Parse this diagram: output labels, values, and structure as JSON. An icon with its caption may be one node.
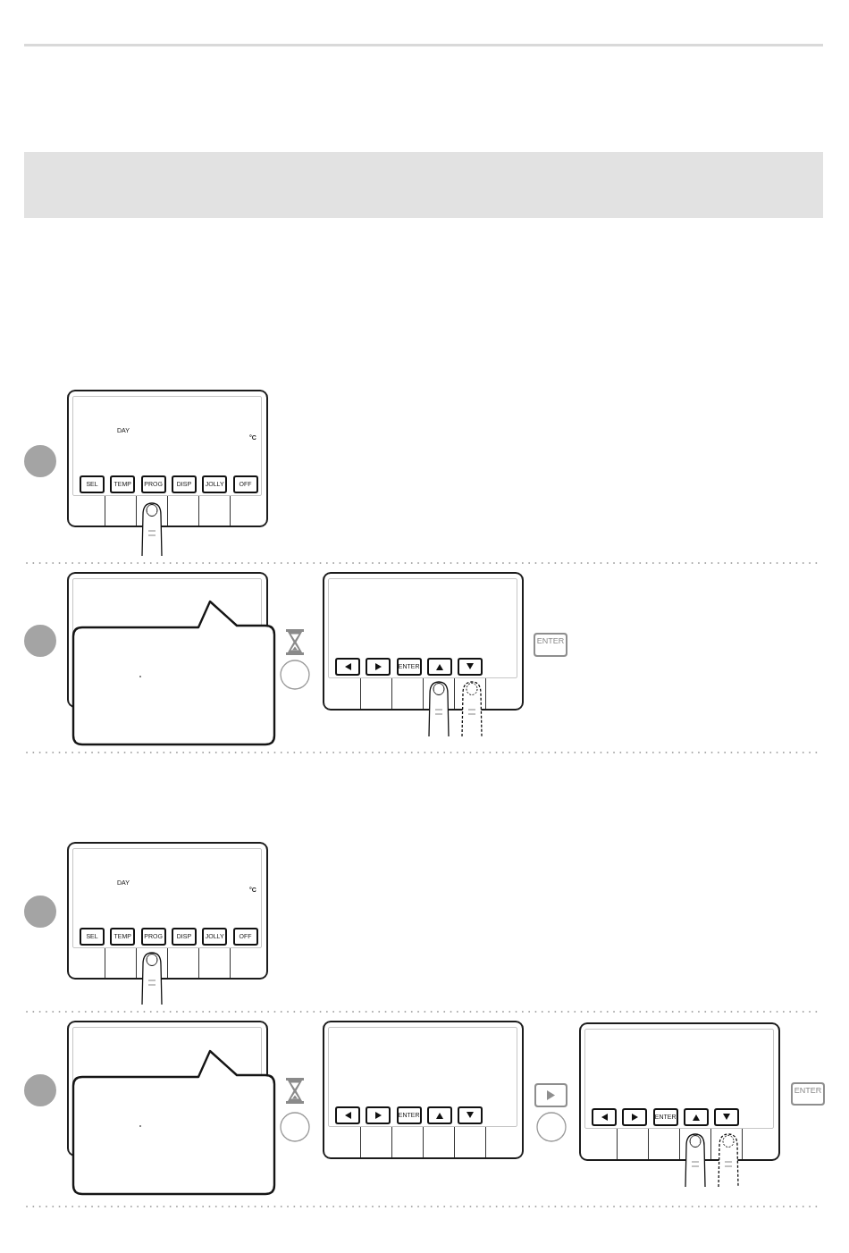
{
  "diagram": {
    "nodes": [
      {
        "text": [
          "DAY",
          "°C"
        ]
      },
      {
        "text": [
          "SEL"
        ],
        "in": 0
      },
      {
        "text": [
          "TEMP"
        ],
        "in": 0
      },
      {
        "text": [
          "PROG"
        ],
        "in": 0
      },
      {
        "text": [
          "DISP"
        ],
        "in": 0
      },
      {
        "text": [
          "JOLLY"
        ],
        "in": 0
      },
      {
        "text": [
          "OFF"
        ],
        "in": 0
      },
      {
        "text": [],
        "shape": "box"
      },
      {
        "text": [],
        "shape": "box"
      },
      {
        "text": [],
        "shape": "box",
        "in": 8
      },
      {
        "text": [],
        "shape": "box",
        "in": 8
      },
      {
        "text": [
          "ENTER"
        ],
        "in": 8
      },
      {
        "text": [],
        "shape": "box",
        "in": 8
      },
      {
        "text": [],
        "shape": "box",
        "in": 8
      },
      {
        "text": [
          "ENTER"
        ]
      },
      {
        "text": [
          "DAY",
          "°C"
        ]
      },
      {
        "text": [
          "SEL"
        ],
        "in": 15
      },
      {
        "text": [
          "TEMP"
        ],
        "in": 15
      },
      {
        "text": [
          "PROG"
        ],
        "in": 15
      },
      {
        "text": [
          "DISP"
        ],
        "in": 15
      },
      {
        "text": [
          "JOLLY"
        ],
        "in": 15
      },
      {
        "text": [
          "OFF"
        ],
        "in": 15
      },
      {
        "text": [],
        "shape": "box"
      },
      {
        "text": [],
        "shape": "box"
      },
      {
        "text": [],
        "shape": "box",
        "in": 23
      },
      {
        "text": [],
        "shape": "box",
        "in": 23
      },
      {
        "text": [
          "ENTER"
        ],
        "in": 23
      },
      {
        "text": [],
        "shape": "box",
        "in": 23
      },
      {
        "text": [],
        "shape": "box",
        "in": 23
      },
      {
        "text": [],
        "shape": "box"
      },
      {
        "text": [],
        "shape": "box"
      },
      {
        "text": [],
        "shape": "box",
        "in": 30
      },
      {
        "text": [],
        "shape": "box",
        "in": 30
      },
      {
        "text": [
          "ENTER"
        ],
        "in": 30
      },
      {
        "text": [],
        "shape": "box",
        "in": 30
      },
      {
        "text": [],
        "shape": "box",
        "in": 30
      },
      {
        "text": [
          "ENTER"
        ]
      }
    ]
  }
}
